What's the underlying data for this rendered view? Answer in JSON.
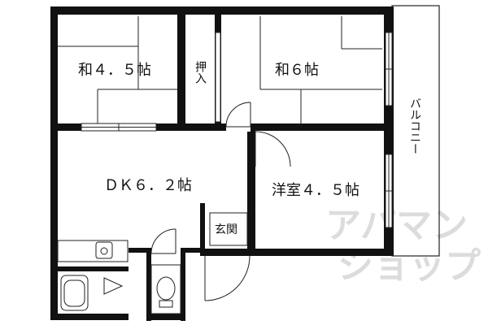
{
  "rooms": {
    "washitsu_a": "和４．５帖",
    "washitsu_b": "和６帖",
    "oshiire": "押入",
    "dk": "ＤＫ６．２帖",
    "yoshitsu": "洋室４．５帖",
    "genkan": "玄関",
    "balcony": "バルコニー"
  },
  "watermark": {
    "line1": "アパマン",
    "line2": "ショップ"
  }
}
